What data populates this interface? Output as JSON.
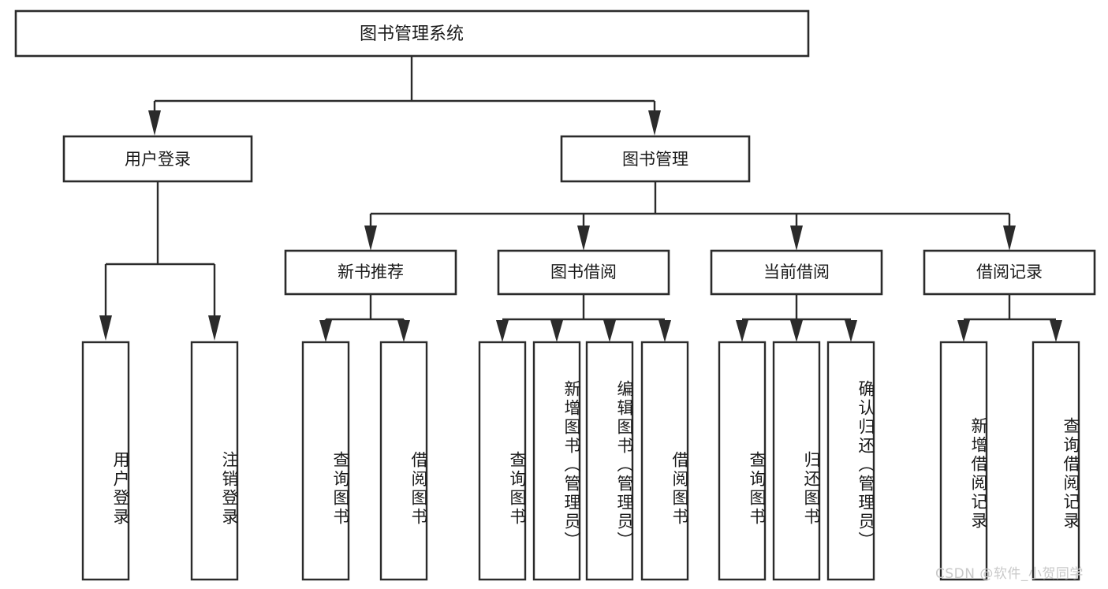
{
  "diagram": {
    "type": "tree-hierarchy",
    "title_node": {
      "id": "root",
      "label": "图书管理系统"
    },
    "level2": [
      {
        "id": "user-login",
        "label": "用户登录"
      },
      {
        "id": "book-management",
        "label": "图书管理"
      }
    ],
    "level3": [
      {
        "id": "new-book-recommend",
        "label": "新书推荐",
        "parent": "book-management"
      },
      {
        "id": "book-borrow",
        "label": "图书借阅",
        "parent": "book-management"
      },
      {
        "id": "current-borrow",
        "label": "当前借阅",
        "parent": "book-management"
      },
      {
        "id": "borrow-record",
        "label": "借阅记录",
        "parent": "book-management"
      }
    ],
    "leaves": {
      "user_login": [
        {
          "id": "leaf-user-login",
          "label": "用户登录"
        },
        {
          "id": "leaf-logout-login",
          "label": "注销登录"
        }
      ],
      "new_book_recommend": [
        {
          "id": "leaf-query-book-1",
          "label": "查询图书"
        },
        {
          "id": "leaf-borrow-book-1",
          "label": "借阅图书"
        }
      ],
      "book_borrow": [
        {
          "id": "leaf-query-book-2",
          "label": "查询图书"
        },
        {
          "id": "leaf-add-book",
          "label": "新增图书（管理员）"
        },
        {
          "id": "leaf-edit-book",
          "label": "编辑图书（管理员）"
        },
        {
          "id": "leaf-borrow-book-2",
          "label": "借阅图书"
        }
      ],
      "current_borrow": [
        {
          "id": "leaf-query-book-3",
          "label": "查询图书"
        },
        {
          "id": "leaf-return-book",
          "label": "归还图书"
        },
        {
          "id": "leaf-confirm-return",
          "label": "确认归还（管理员）"
        }
      ],
      "borrow_record": [
        {
          "id": "leaf-add-record",
          "label": "新增借阅记录"
        },
        {
          "id": "leaf-query-record",
          "label": "查询借阅记录"
        }
      ]
    }
  },
  "watermark": {
    "text": "CSDN @软件_小贺同学"
  },
  "colors": {
    "background": "#ffffff",
    "stroke": "#2b2b2b",
    "text": "#1a1a1a",
    "watermark": "#c9c9c9"
  }
}
